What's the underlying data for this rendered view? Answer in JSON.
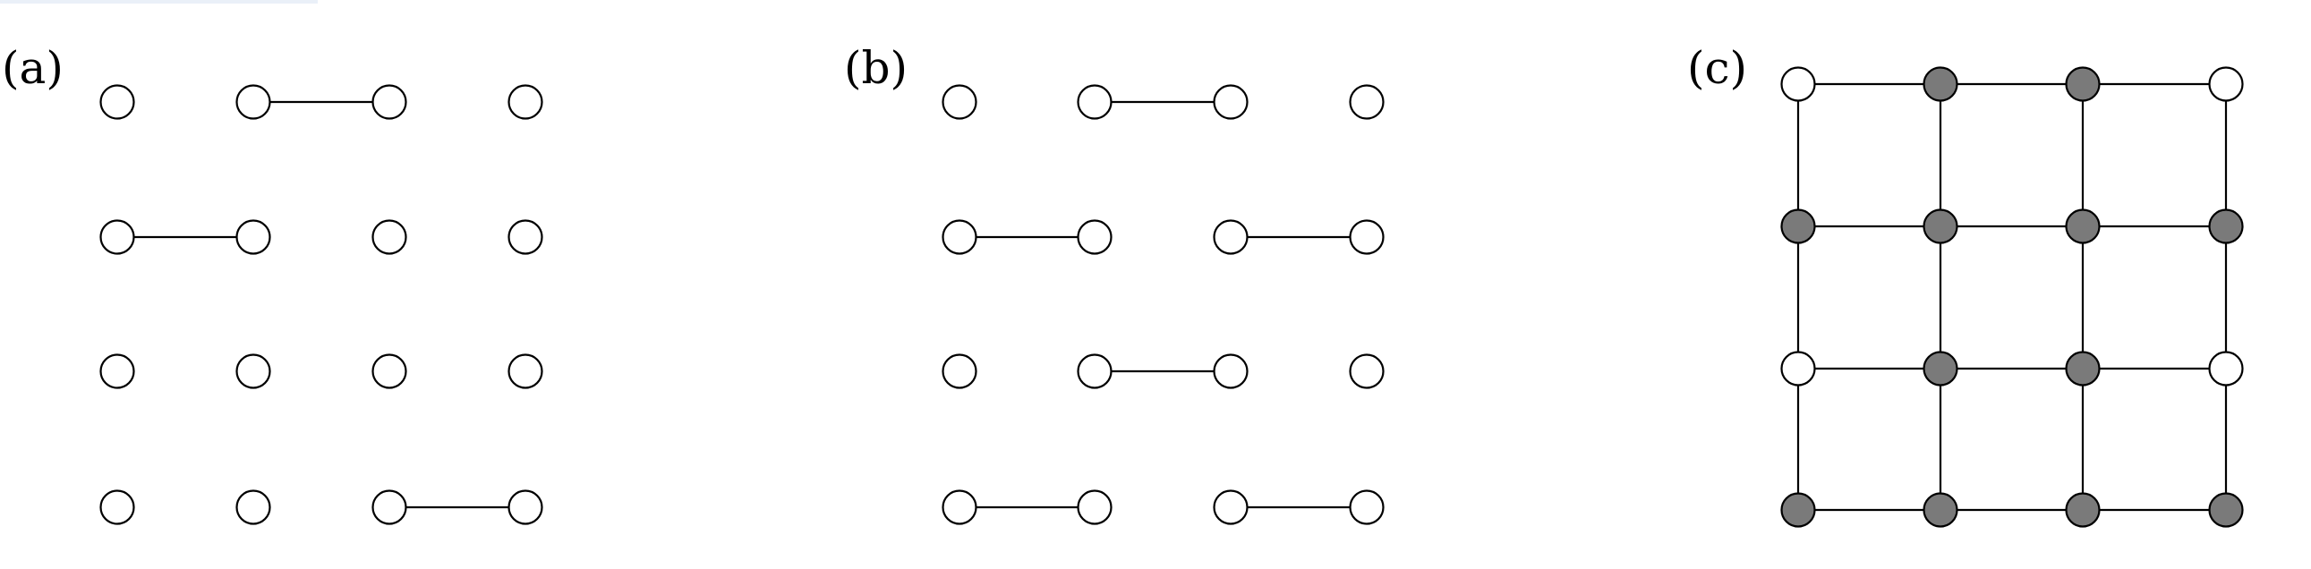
{
  "panels": [
    {
      "label": "(a)",
      "rows": 4,
      "cols": 4,
      "nodes_filled": [
        [
          0,
          0,
          0,
          0
        ],
        [
          0,
          0,
          0,
          0
        ],
        [
          0,
          0,
          0,
          0
        ],
        [
          0,
          0,
          0,
          0
        ]
      ],
      "edges": [
        [
          [
            0,
            1
          ],
          [
            0,
            2
          ]
        ],
        [
          [
            1,
            0
          ],
          [
            1,
            1
          ]
        ],
        [
          [
            3,
            2
          ],
          [
            3,
            3
          ]
        ]
      ]
    },
    {
      "label": "(b)",
      "rows": 4,
      "cols": 4,
      "nodes_filled": [
        [
          0,
          0,
          0,
          0
        ],
        [
          0,
          0,
          0,
          0
        ],
        [
          0,
          0,
          0,
          0
        ],
        [
          0,
          0,
          0,
          0
        ]
      ],
      "edges": [
        [
          [
            0,
            1
          ],
          [
            0,
            2
          ]
        ],
        [
          [
            1,
            0
          ],
          [
            1,
            1
          ]
        ],
        [
          [
            1,
            2
          ],
          [
            1,
            3
          ]
        ],
        [
          [
            2,
            1
          ],
          [
            2,
            2
          ]
        ],
        [
          [
            3,
            0
          ],
          [
            3,
            1
          ]
        ],
        [
          [
            3,
            2
          ],
          [
            3,
            3
          ]
        ]
      ]
    },
    {
      "label": "(c)",
      "rows": 4,
      "cols": 4,
      "full_grid": true,
      "nodes_filled": [
        [
          0,
          1,
          1,
          0
        ],
        [
          1,
          1,
          1,
          1
        ],
        [
          0,
          1,
          1,
          0
        ],
        [
          1,
          1,
          1,
          1
        ]
      ],
      "edges": []
    }
  ],
  "colors": {
    "node_empty": "#ffffff",
    "node_filled": "#7a7a7a",
    "stroke": "#000000"
  }
}
